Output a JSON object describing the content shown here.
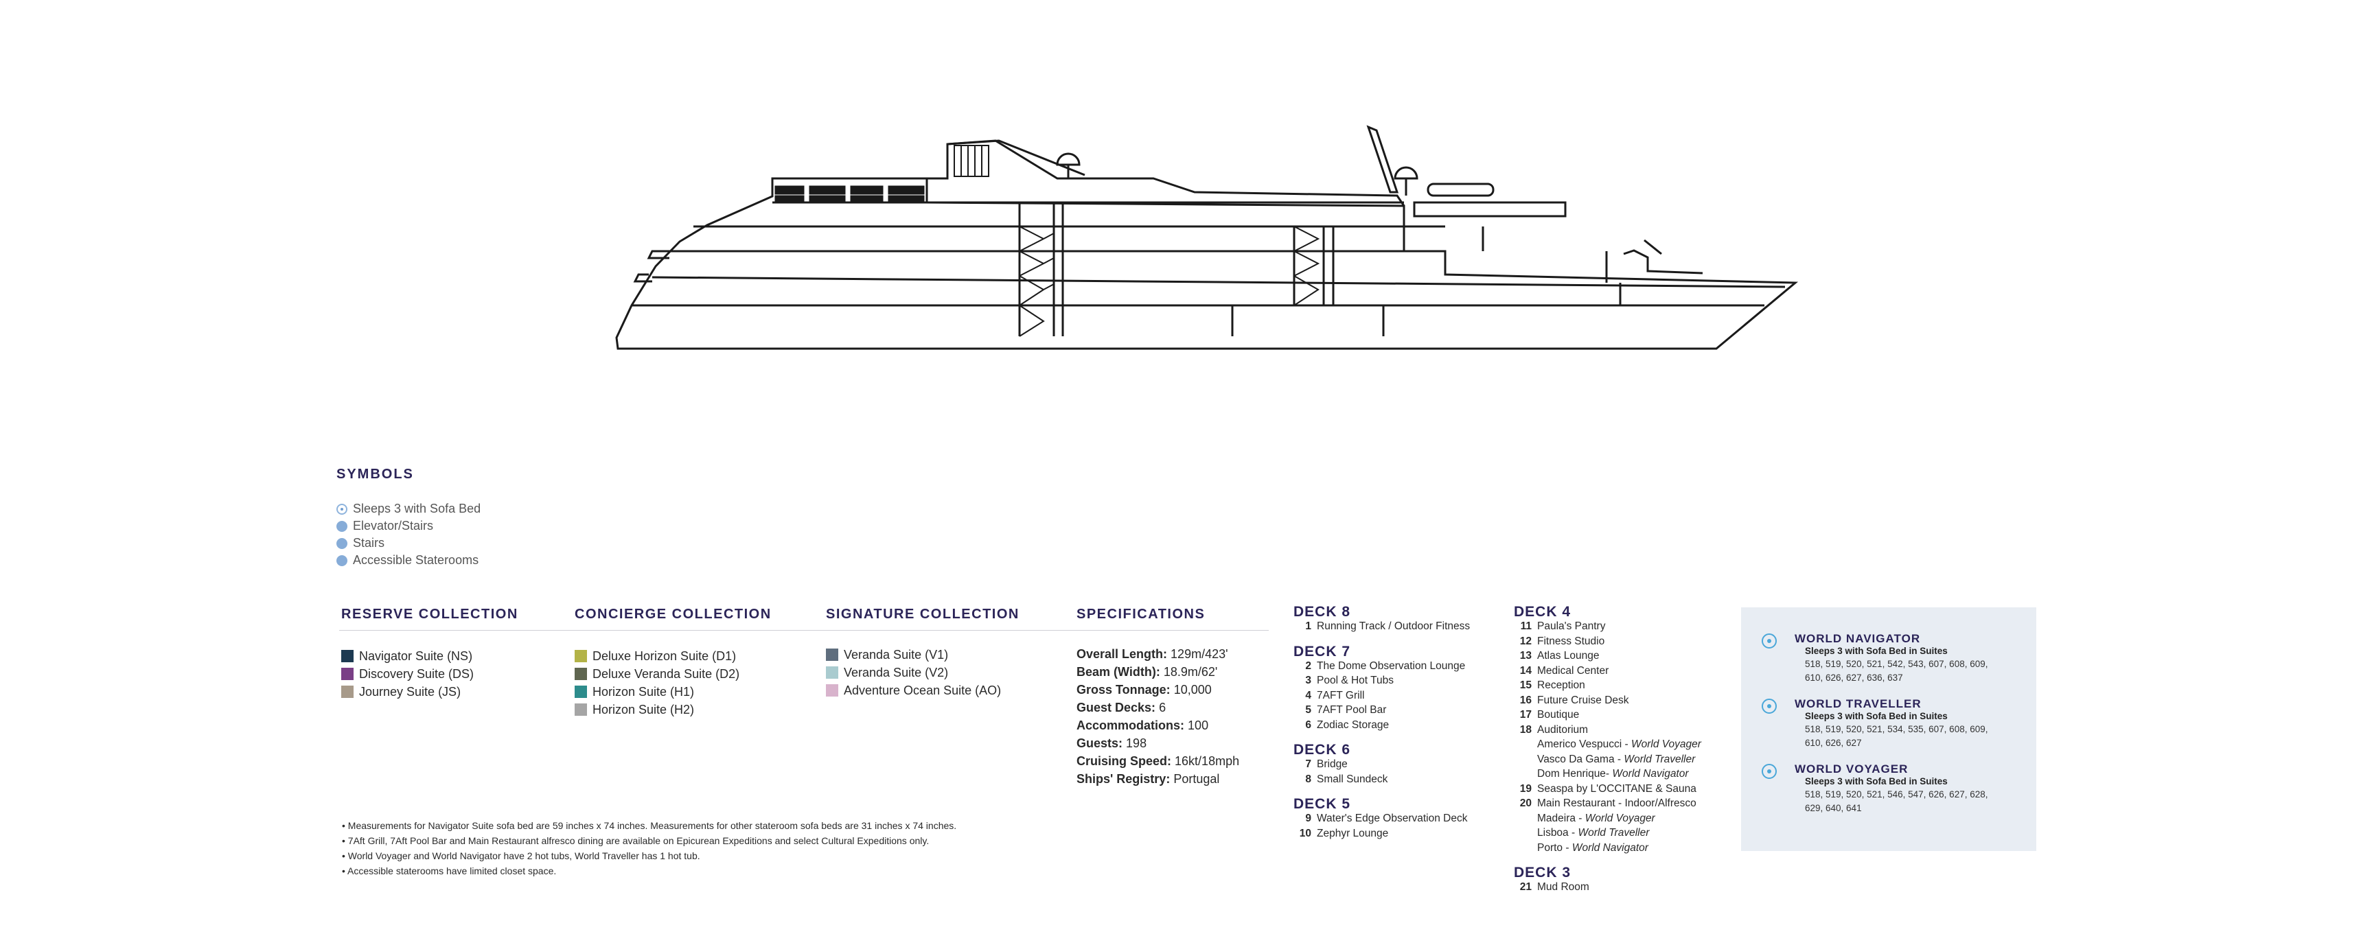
{
  "symbols": {
    "title": "SYMBOLS",
    "items": [
      {
        "label": "Sleeps 3 with Sofa Bed",
        "icon": "sofa-bed-icon"
      },
      {
        "label": "Elevator/Stairs",
        "icon": "elevator-icon"
      },
      {
        "label": "Stairs",
        "icon": "stairs-icon"
      },
      {
        "label": "Accessible Staterooms",
        "icon": "accessible-icon"
      }
    ]
  },
  "reserve": {
    "title": "RESERVE COLLECTION",
    "items": [
      {
        "label": "Navigator Suite (NS)",
        "color": "#1d3a52"
      },
      {
        "label": "Discovery Suite (DS)",
        "color": "#7a3f86"
      },
      {
        "label": "Journey Suite (JS)",
        "color": "#a79a8a"
      }
    ]
  },
  "concierge": {
    "title": "CONCIERGE COLLECTION",
    "items": [
      {
        "label": "Deluxe Horizon Suite (D1)",
        "color": "#b3b347"
      },
      {
        "label": "Deluxe Veranda Suite (D2)",
        "color": "#5f6650"
      },
      {
        "label": "Horizon Suite (H1)",
        "color": "#2d8c8c"
      },
      {
        "label": "Horizon Suite (H2)",
        "color": "#a5a5a5"
      }
    ]
  },
  "signature": {
    "title": "SIGNATURE COLLECTION",
    "items": [
      {
        "label": "Veranda Suite (V1)",
        "color": "#5f6e7e"
      },
      {
        "label": "Veranda Suite (V2)",
        "color": "#a9cbcf"
      },
      {
        "label": "Adventure Ocean Suite (AO)",
        "color": "#d8b3cc"
      }
    ]
  },
  "specs": {
    "title": "SPECIFICATIONS",
    "rows": [
      {
        "label": "Overall Length:",
        "value": "129m/423'"
      },
      {
        "label": "Beam (Width):",
        "value": "18.9m/62'"
      },
      {
        "label": "Gross Tonnage:",
        "value": "10,000"
      },
      {
        "label": "Guest Decks:",
        "value": "6"
      },
      {
        "label": "Accommodations:",
        "value": "100"
      },
      {
        "label": "Guests:",
        "value": "198"
      },
      {
        "label": "Cruising Speed:",
        "value": " 16kt/18mph"
      },
      {
        "label": "Ships' Registry:",
        "value": "Portugal"
      }
    ]
  },
  "notes": [
    "• Measurements for Navigator Suite sofa bed are 59 inches x 74 inches. Measurements for other stateroom sofa beds are 31 inches x 74 inches.",
    "• 7Aft Grill, 7Aft Pool Bar and Main Restaurant alfresco dining are available on Epicurean Expeditions and select Cultural Expeditions only.",
    "• World Voyager and World Navigator have 2 hot tubs, World Traveller has 1 hot tub.",
    "• Accessible staterooms have limited closet space."
  ],
  "decks_left": [
    {
      "title": "DECK 8",
      "rows": [
        {
          "num": "1",
          "label": "Running Track / Outdoor Fitness"
        }
      ]
    },
    {
      "title": "DECK 7",
      "rows": [
        {
          "num": "2",
          "label": "The Dome Observation Lounge"
        },
        {
          "num": "3",
          "label": "Pool & Hot Tubs"
        },
        {
          "num": "4",
          "label": "7AFT Grill"
        },
        {
          "num": "5",
          "label": "7AFT Pool Bar"
        },
        {
          "num": "6",
          "label": "Zodiac Storage"
        }
      ]
    },
    {
      "title": "DECK 6",
      "rows": [
        {
          "num": "7",
          "label": "Bridge"
        },
        {
          "num": "8",
          "label": "Small Sundeck"
        }
      ]
    },
    {
      "title": "DECK 5",
      "rows": [
        {
          "num": "9",
          "label": "Water's Edge Observation Deck"
        },
        {
          "num": "10",
          "label": "Zephyr Lounge"
        }
      ]
    }
  ],
  "decks_right": [
    {
      "title": "DECK 4",
      "rows": [
        {
          "num": "11",
          "label": "Paula's Pantry",
          "italic": ""
        },
        {
          "num": "12",
          "label": "Fitness Studio",
          "italic": ""
        },
        {
          "num": "13",
          "label": "Atlas Lounge",
          "italic": ""
        },
        {
          "num": "14",
          "label": "Medical Center",
          "italic": ""
        },
        {
          "num": "15",
          "label": "Reception",
          "italic": ""
        },
        {
          "num": "16",
          "label": "Future Cruise Desk",
          "italic": ""
        },
        {
          "num": "17",
          "label": "Boutique",
          "italic": ""
        },
        {
          "num": "18",
          "label": "Auditorium",
          "italic": ""
        },
        {
          "num": "",
          "label": "Americo Vespucci - ",
          "italic": "World Voyager"
        },
        {
          "num": "",
          "label": "Vasco Da Gama - ",
          "italic": "World Traveller"
        },
        {
          "num": "",
          "label": "Dom Henrique- ",
          "italic": "World Navigator"
        },
        {
          "num": "19",
          "label": "Seaspa by L'OCCITANE & Sauna",
          "italic": ""
        },
        {
          "num": "20",
          "label": "Main Restaurant - Indoor/Alfresco",
          "italic": ""
        },
        {
          "num": "",
          "label": "Madeira - ",
          "italic": "World Voyager"
        },
        {
          "num": "",
          "label": "Lisboa - ",
          "italic": "World Traveller"
        },
        {
          "num": "",
          "label": "Porto - ",
          "italic": "World Navigator"
        }
      ]
    },
    {
      "title": "DECK 3",
      "rows": [
        {
          "num": "21",
          "label": "Mud Room",
          "italic": ""
        }
      ]
    }
  ],
  "ships": [
    {
      "name": "WORLD NAVIGATOR",
      "sub": "Sleeps 3 with Sofa Bed in Suites",
      "rooms": "518, 519, 520, 521, 542, 543, 607, 608, 609, 610, 626, 627, 636, 637"
    },
    {
      "name": "WORLD TRAVELLER",
      "sub": "Sleeps 3 with Sofa Bed in Suites",
      "rooms": "518, 519, 520, 521, 534, 535, 607, 608, 609, 610, 626, 627"
    },
    {
      "name": "WORLD VOYAGER",
      "sub": "Sleeps 3 with Sofa Bed in Suites",
      "rooms": "518, 519, 520, 521, 546, 547, 626, 627, 628, 629, 640, 641"
    }
  ]
}
